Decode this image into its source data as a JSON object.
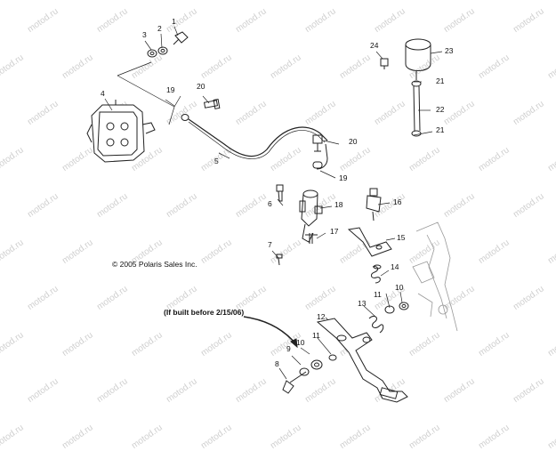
{
  "diagram": {
    "copyright": "© 2005 Polaris Sales Inc.",
    "note": "(If built before 2/15/06)",
    "watermark_text": "motod.ru",
    "callouts": {
      "c1": "1",
      "c2": "2",
      "c3": "3",
      "c4": "4",
      "c5": "5",
      "c6": "6",
      "c7": "7",
      "c8": "8",
      "c9": "9",
      "c10a": "10",
      "c10b": "10",
      "c11a": "11",
      "c11b": "11",
      "c12": "12",
      "c13": "13",
      "c14": "14",
      "c15": "15",
      "c16": "16",
      "c17": "17",
      "c18": "18",
      "c19a": "19",
      "c19b": "19",
      "c20a": "20",
      "c20b": "20",
      "c21a": "21",
      "c21b": "21",
      "c22": "22",
      "c23": "23",
      "c24": "24"
    }
  }
}
